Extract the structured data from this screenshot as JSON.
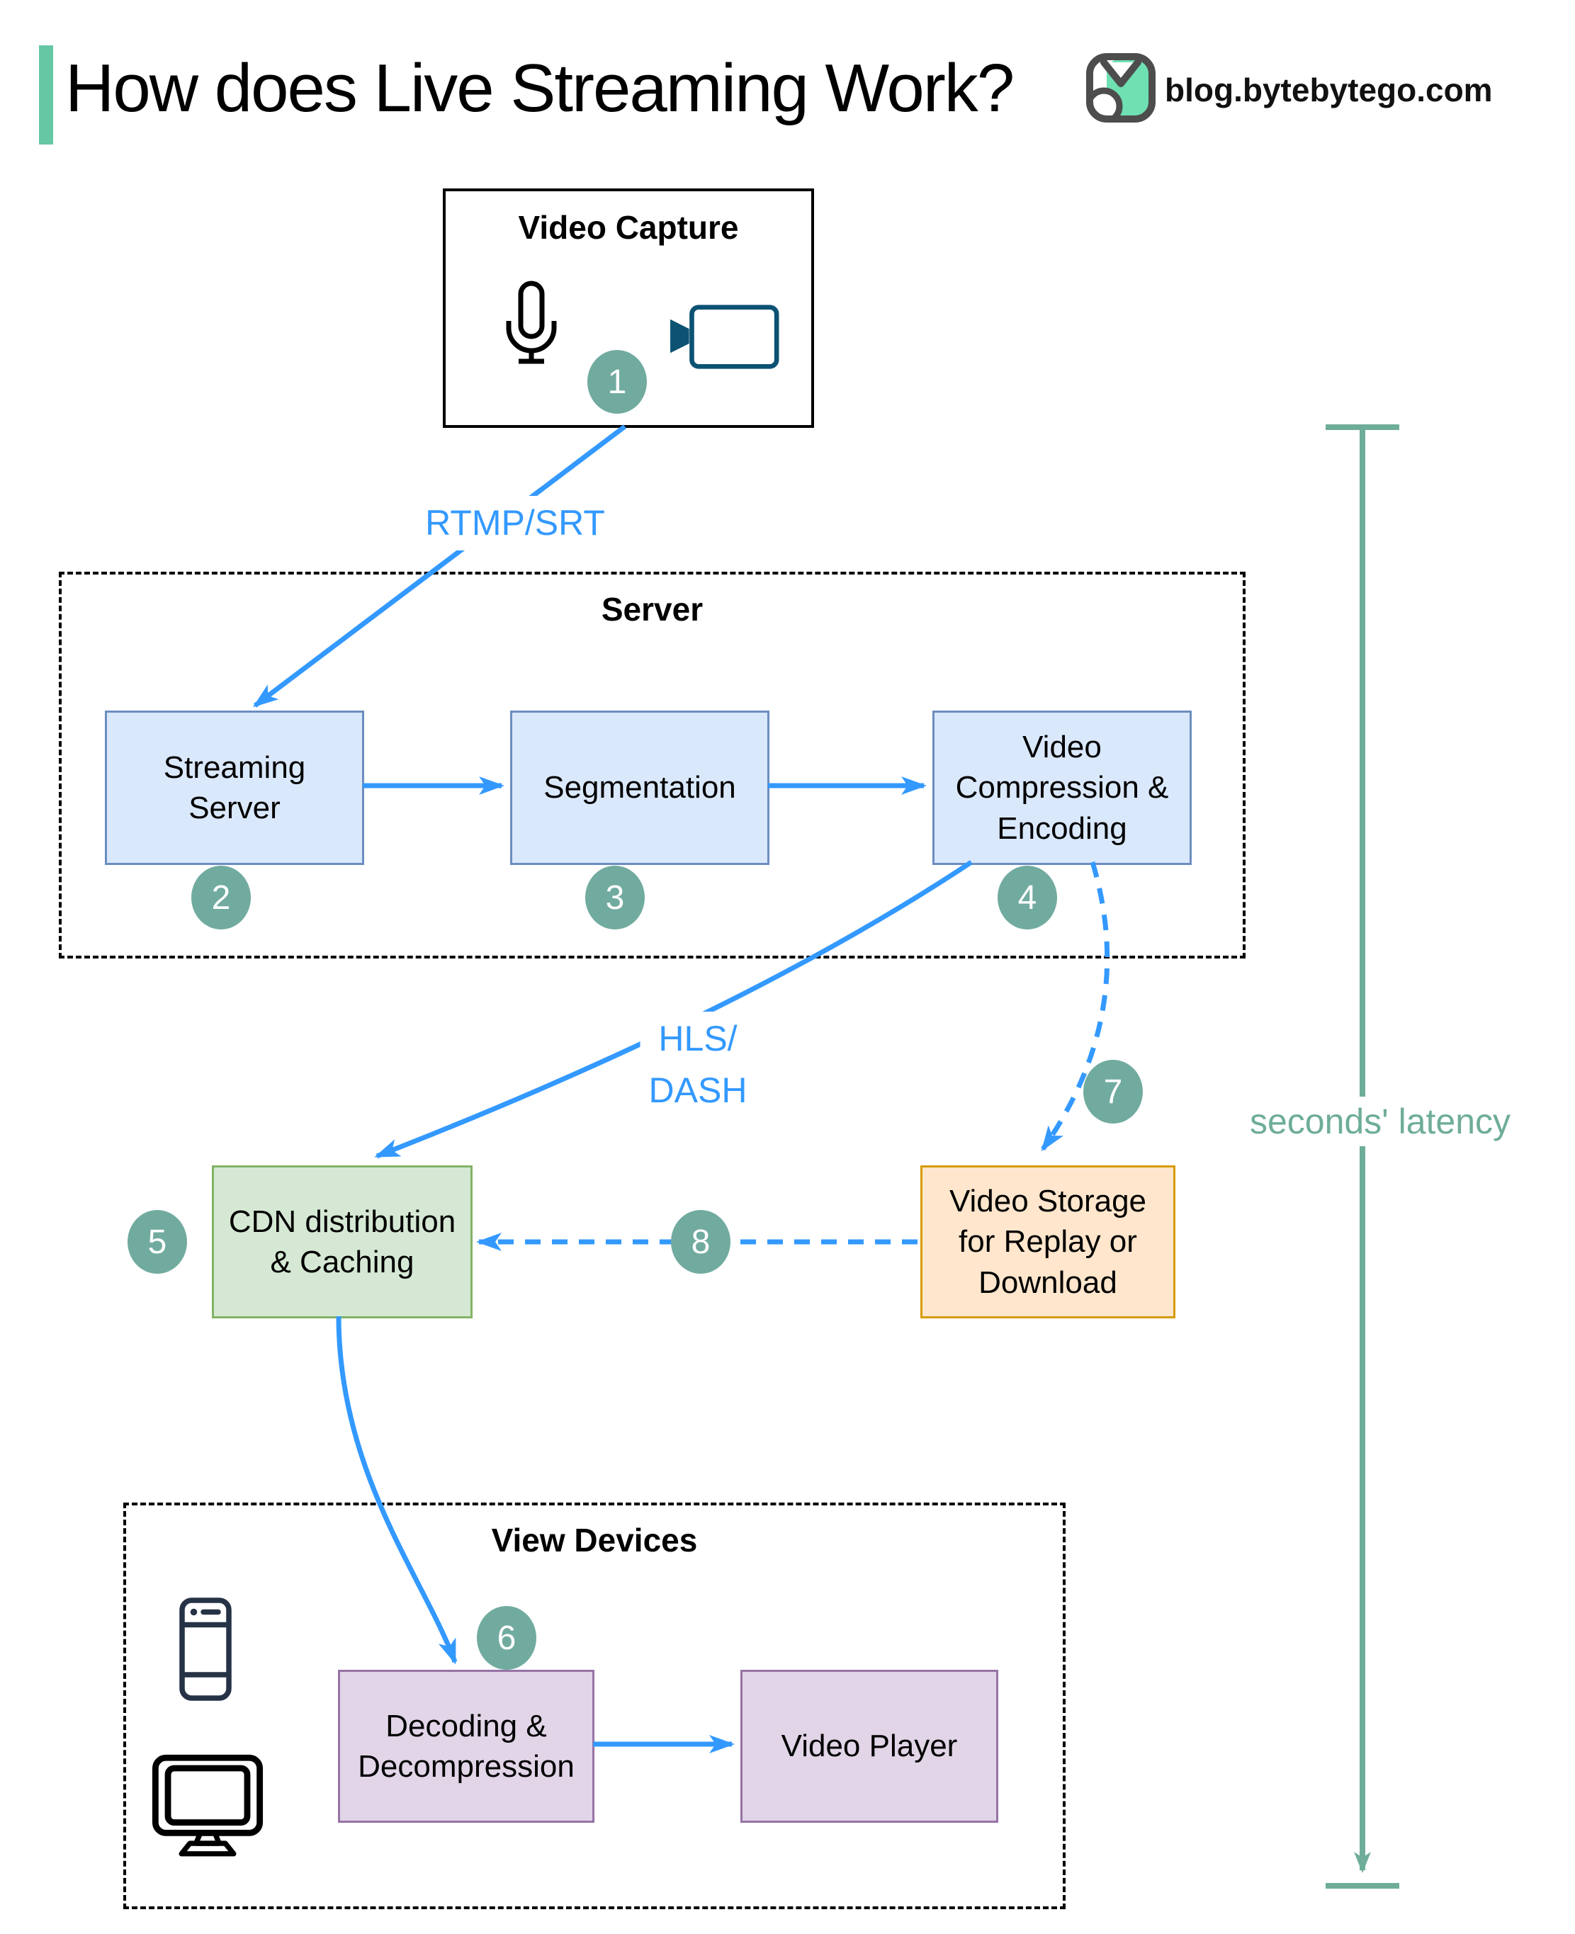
{
  "header": {
    "title": "How does Live Streaming Work?",
    "site": "blog.bytebytego.com"
  },
  "groups": {
    "server": "Server",
    "view_devices": "View Devices"
  },
  "nodes": {
    "video_capture": {
      "label": "Video Capture"
    },
    "streaming_server": {
      "label": "Streaming\nServer"
    },
    "segmentation": {
      "label": "Segmentation"
    },
    "compression": {
      "label": "Video\nCompression &\nEncoding"
    },
    "cdn": {
      "label": "CDN distribution\n& Caching"
    },
    "storage": {
      "label": "Video Storage\nfor Replay or\nDownload"
    },
    "decoding": {
      "label": "Decoding &\nDecompression"
    },
    "player": {
      "label": "Video Player"
    }
  },
  "steps": {
    "s1": "1",
    "s2": "2",
    "s3": "3",
    "s4": "4",
    "s5": "5",
    "s6": "6",
    "s7": "7",
    "s8": "8"
  },
  "edge_labels": {
    "rtmp": "RTMP/SRT",
    "hls": "HLS/\nDASH",
    "latency": "seconds' latency"
  },
  "icons": [
    "bytebytego-logo",
    "microphone-icon",
    "video-camera-icon",
    "smartphone-icon",
    "monitor-icon"
  ],
  "colors": {
    "accent_green": "#66c7a4",
    "logo_mint": "#6fe0b2",
    "arrow_blue": "#3399ff",
    "latency_teal": "#6ead99",
    "step_circle": "#71ab9f",
    "box_blue_fill": "#dae8fc",
    "box_blue_border": "#6c8ebf",
    "box_green_fill": "#d5e8d4",
    "box_green_border": "#82b366",
    "box_orange_fill": "#ffe6cc",
    "box_orange_border": "#d79b00",
    "box_purple_fill": "#e1d5e7",
    "box_purple_border": "#9673a6",
    "camera_icon": "#0c5273"
  }
}
